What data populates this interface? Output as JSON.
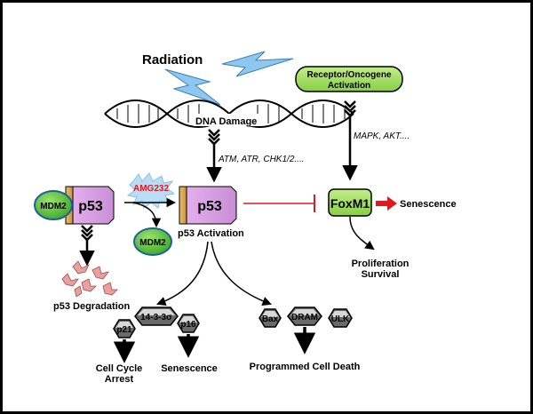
{
  "labels": {
    "radiation": "Radiation",
    "dna_damage": "DNA Damage",
    "receptor_line1": "Receptor/Oncogene",
    "receptor_line2": "Activation",
    "mapk_akt": "MAPK, AKT....",
    "atm_atr": "ATM, ATR, CHK1/2....",
    "mdm2": "MDM2",
    "p53": "p53",
    "amg232": "AMG232",
    "p53_activation": "p53 Activation",
    "foxm1": "FoxM1",
    "senescence_right": "Senescence",
    "proliferation": "Proliferation",
    "survival": "Survival",
    "p53_degradation": "p53 Degradation",
    "p21": "p21",
    "protein_1433": "14-3-3σ",
    "p16": "p16",
    "bax": "Bax",
    "dram": "DRAM",
    "ulk": "ULK",
    "cell_cycle_line1": "Cell Cycle",
    "cell_cycle_line2": "Arrest",
    "senescence_bottom": "Senescence",
    "programmed_cell_death": "Programmed Cell Death"
  },
  "colors": {
    "frame": "#000000",
    "lightning": "#8ec8f0",
    "receptor_fill": "#a6e05a",
    "foxm1_fill": "#8fd65a",
    "mdm2_fill": "#6bcf3a",
    "mdm2_stroke": "#1f5fa0",
    "p53_fill": "#d9a2e3",
    "p53_gold": "#d9a84b",
    "amg_text": "#e0191e",
    "amg_burst": "#b8ddf5",
    "inhibit_line": "#e0191e",
    "senescence_arrow": "#e0191e",
    "fragment_fill": "#e8a0a0",
    "hexagon_fill": "#6a6a6a"
  }
}
